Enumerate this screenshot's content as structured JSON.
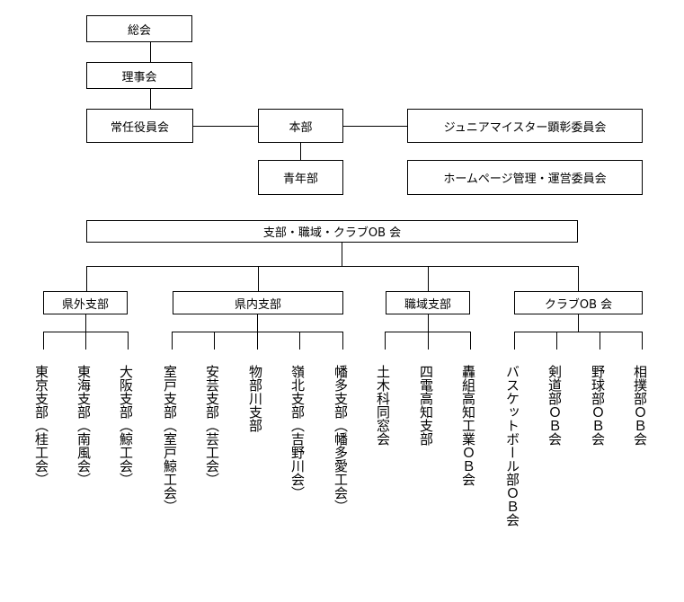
{
  "top": {
    "general_assembly": "総会",
    "board": "理事会",
    "standing_committee": "常任役員会",
    "headquarters": "本部",
    "youth": "青年部",
    "junior_meister": "ジュニアマイスター顕彰委員会",
    "homepage": "ホームページ管理・運営委員会"
  },
  "branch_root": "支部・職域・クラブOB 会",
  "groups": {
    "outside": {
      "label": "県外支部",
      "leaves": [
        "東京支部（桂工会）",
        "東海支部（南風会）",
        "大阪支部（鯨工会）"
      ]
    },
    "inside": {
      "label": "県内支部",
      "leaves": [
        "室戸支部（室戸鯨工会）",
        "安芸支部（芸工会）",
        "物部川支部",
        "嶺北支部（吉野川会）",
        "幡多支部（幡多愛工会）"
      ]
    },
    "workplace": {
      "label": "職域支部",
      "leaves": [
        "土木科同窓会",
        "四電高知支部",
        "轟組高知工業ＯＢ会"
      ]
    },
    "club": {
      "label": "クラブOB 会",
      "leaves": [
        "バスケットボール部ＯＢ会",
        "剣道部ＯＢ会",
        "野球部ＯＢ会",
        "相撲部ＯＢ会"
      ]
    }
  }
}
